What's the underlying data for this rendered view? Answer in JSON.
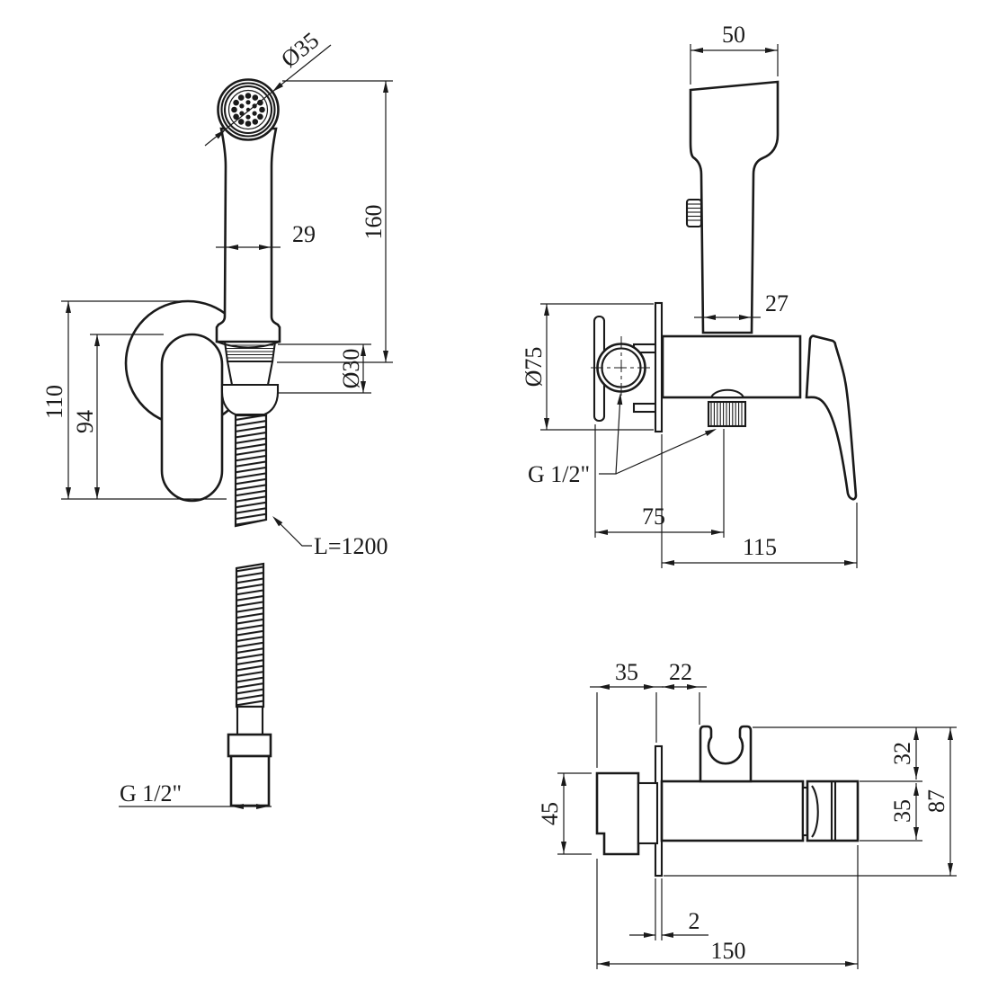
{
  "colors": {
    "line": "#1a1a1a",
    "background": "#ffffff"
  },
  "views": {
    "sprayer_side": {
      "dims": {
        "head_diameter": "Ø35",
        "length": "160",
        "grip_width": "29",
        "cup_diameter": "Ø30",
        "mount_height": "110",
        "holder_height": "94",
        "hose_length": "L=1200"
      }
    },
    "hose": {
      "thread": "G 1/2\""
    },
    "mixer_front": {
      "dims": {
        "head_width": "50",
        "grip_width": "27",
        "escutcheon_diameter": "Ø75",
        "thread": "G 1/2\"",
        "outlet_offset": "75",
        "depth": "115"
      }
    },
    "mixer_top": {
      "dims": {
        "handle_offset": "35",
        "plate_gap": "22",
        "handle_height": "45",
        "holder_depth": "32",
        "body_depth": "35",
        "total_depth": "87",
        "plate_thickness": "2",
        "total_length": "150"
      }
    }
  }
}
